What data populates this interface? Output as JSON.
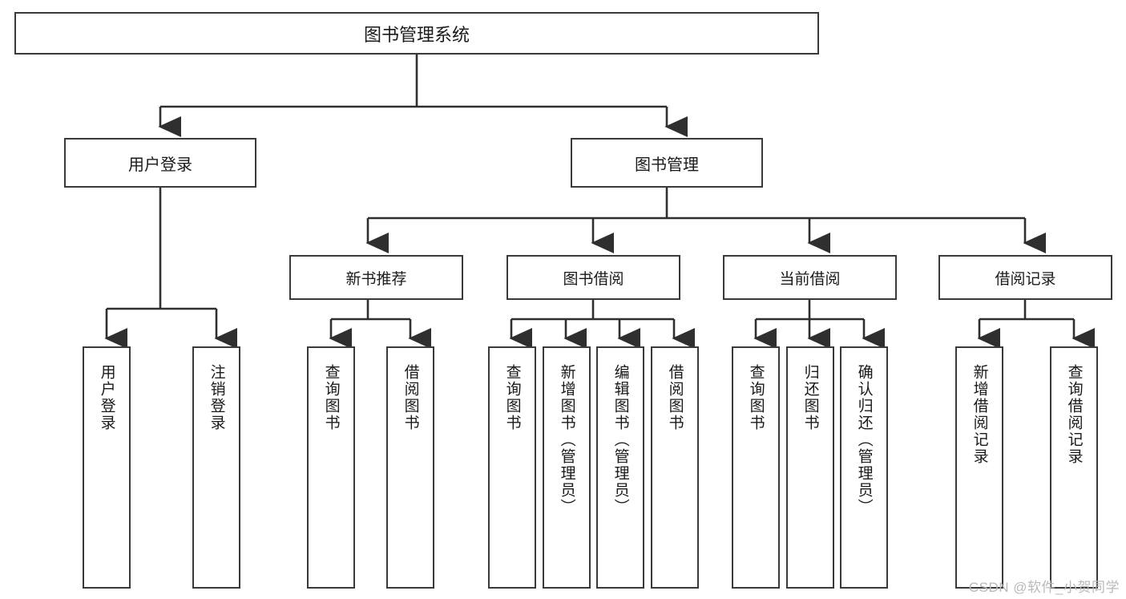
{
  "diagram": {
    "type": "tree",
    "title": "图书管理系统",
    "watermark": "CSDN @软件_小贺同学",
    "colors": {
      "stroke": "#3a3a3a",
      "fill": "#ffffff",
      "text": "#1a1a1a",
      "watermark": "#b9b9b9"
    },
    "root": {
      "label": "图书管理系统"
    },
    "level1": [
      {
        "label": "用户登录"
      },
      {
        "label": "图书管理"
      }
    ],
    "level2": [
      {
        "label": "新书推荐"
      },
      {
        "label": "图书借阅"
      },
      {
        "label": "当前借阅"
      },
      {
        "label": "借阅记录"
      }
    ],
    "leaves": {
      "user_login": [
        {
          "label": "用户登录"
        },
        {
          "label": "注销登录"
        }
      ],
      "new_book_recommend": [
        {
          "label": "查询图书"
        },
        {
          "label": "借阅图书"
        }
      ],
      "book_borrow": [
        {
          "label": "查询图书"
        },
        {
          "label": "新增图书（管理员）"
        },
        {
          "label": "编辑图书（管理员）"
        },
        {
          "label": "借阅图书"
        }
      ],
      "current_borrow": [
        {
          "label": "查询图书"
        },
        {
          "label": "归还图书"
        },
        {
          "label": "确认归还（管理员）"
        }
      ],
      "borrow_record": [
        {
          "label": "新增借阅记录"
        },
        {
          "label": "查询借阅记录"
        }
      ]
    }
  }
}
